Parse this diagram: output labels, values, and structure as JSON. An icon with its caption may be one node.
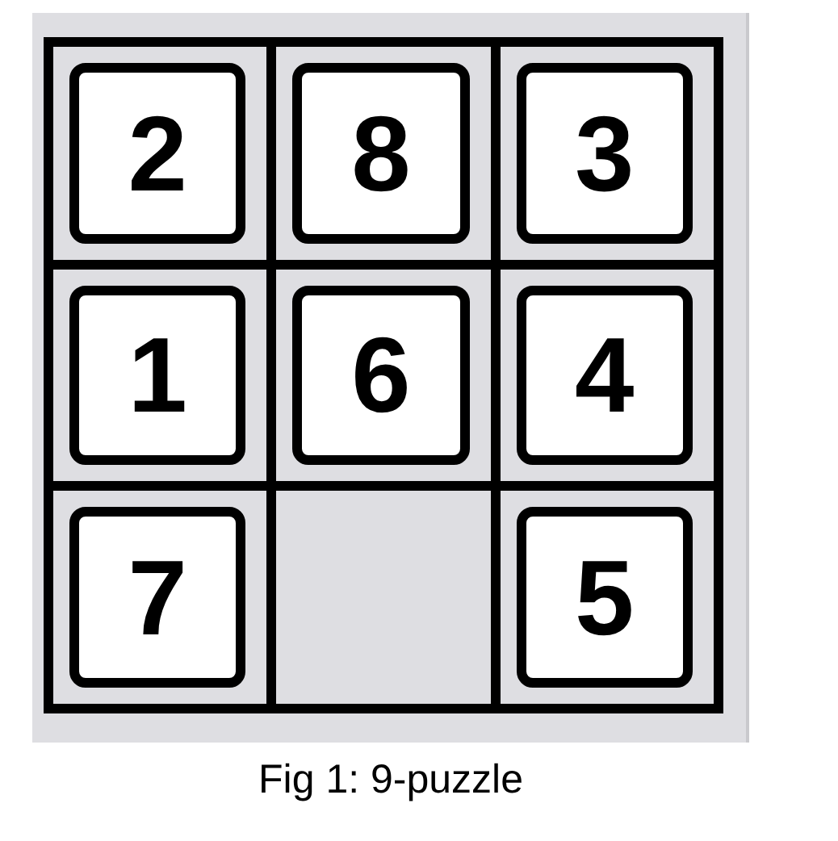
{
  "diagram": {
    "caption": "Fig 1: 9-puzzle",
    "nodes": [
      {
        "text": [
          "2"
        ]
      },
      {
        "text": [
          "8"
        ]
      },
      {
        "text": [
          "3"
        ]
      },
      {
        "text": [
          "1"
        ]
      },
      {
        "text": [
          "6"
        ]
      },
      {
        "text": [
          "4"
        ]
      },
      {
        "text": [
          "7"
        ]
      },
      {
        "text": [
          "5"
        ]
      }
    ]
  }
}
